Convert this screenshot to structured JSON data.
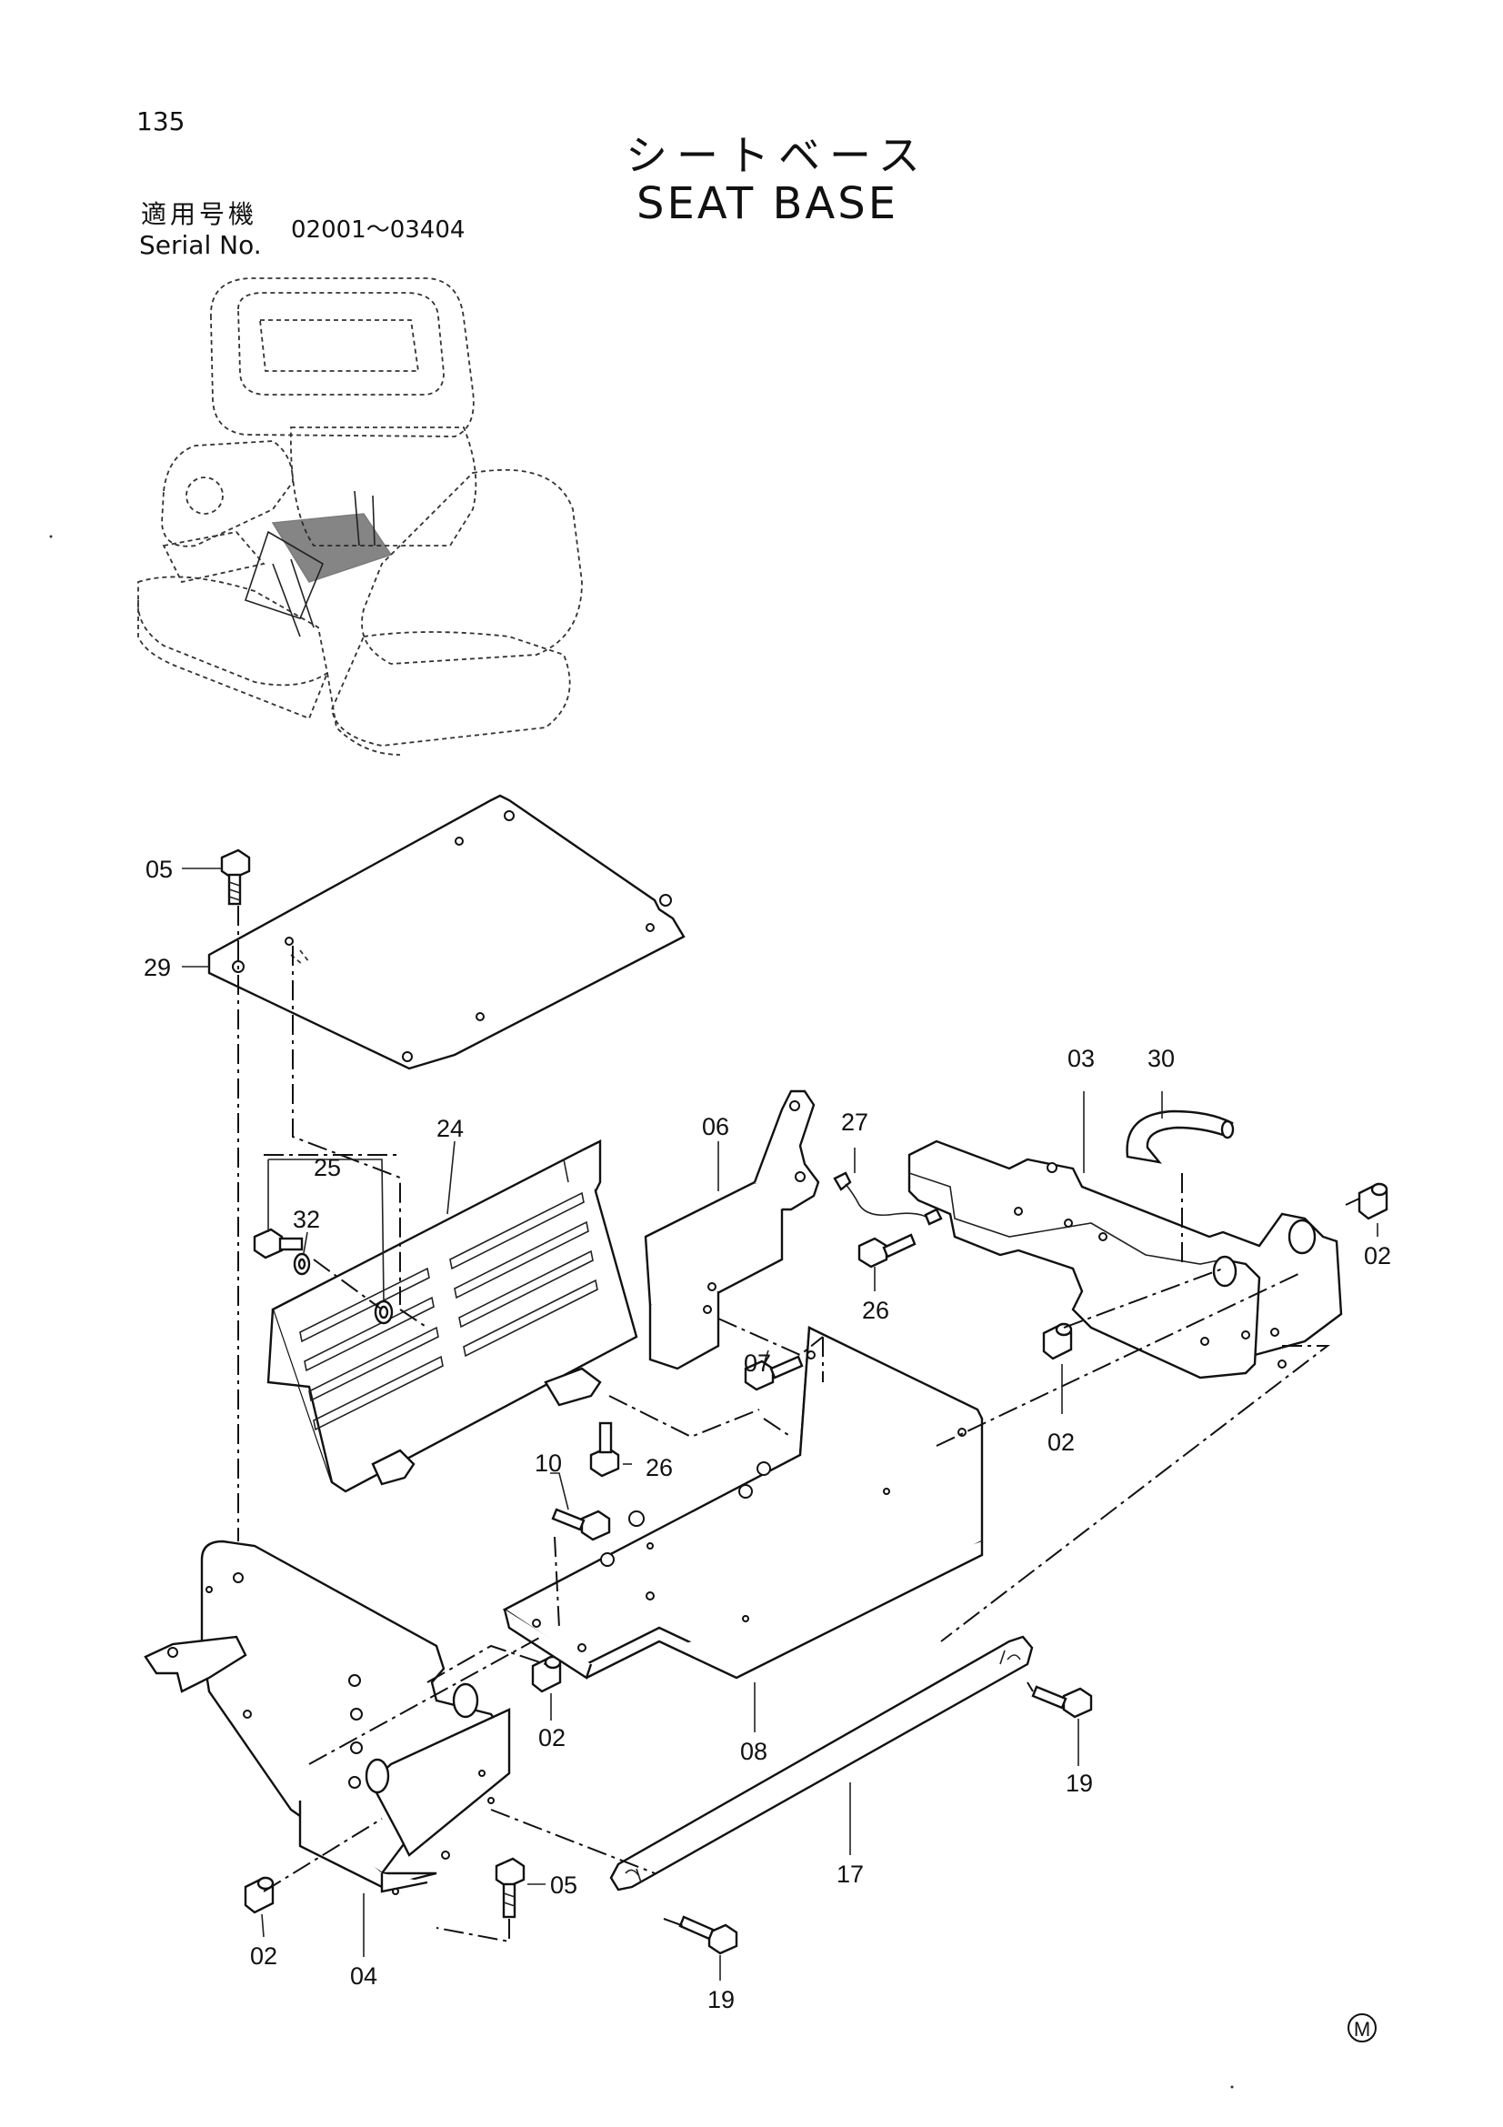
{
  "page_number": "135",
  "title_jp": "シートベース",
  "title_en": "SEAT BASE",
  "serial": {
    "label_jp": "適用号機",
    "label_en": "Serial No.",
    "range": "02001～03404"
  },
  "callouts": {
    "c05a": "05",
    "c29": "29",
    "c24": "24",
    "c25": "25",
    "c32": "32",
    "c06": "06",
    "c27": "27",
    "c26a": "26",
    "c03": "03",
    "c30": "30",
    "c02a": "02",
    "c02b": "02",
    "c07": "07",
    "c26b": "26",
    "c10": "10",
    "c02c": "02",
    "c08": "08",
    "c19a": "19",
    "c17": "17",
    "c02d": "02",
    "c04": "04",
    "c05b": "05",
    "c19b": "19"
  },
  "maker_mark": "M"
}
